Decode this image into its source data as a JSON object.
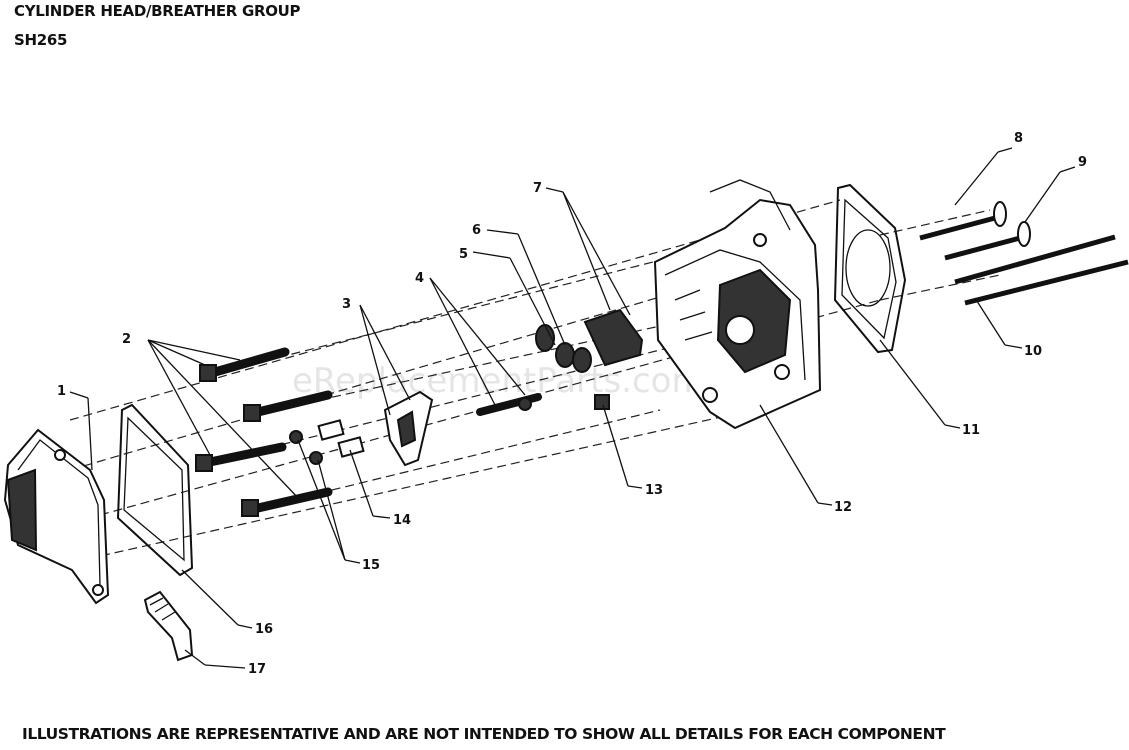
{
  "header": {
    "title": "CYLINDER HEAD/BREATHER GROUP",
    "model": "SH265"
  },
  "watermark": "eReplacementParts.com",
  "footer": "ILLUSTRATIONS ARE REPRESENTATIVE AND ARE NOT INTENDED TO SHOW ALL DETAILS FOR EACH COMPONENT",
  "callouts": [
    "1",
    "2",
    "3",
    "4",
    "5",
    "6",
    "7",
    "8",
    "9",
    "10",
    "11",
    "12",
    "13",
    "14",
    "15",
    "16",
    "17"
  ]
}
